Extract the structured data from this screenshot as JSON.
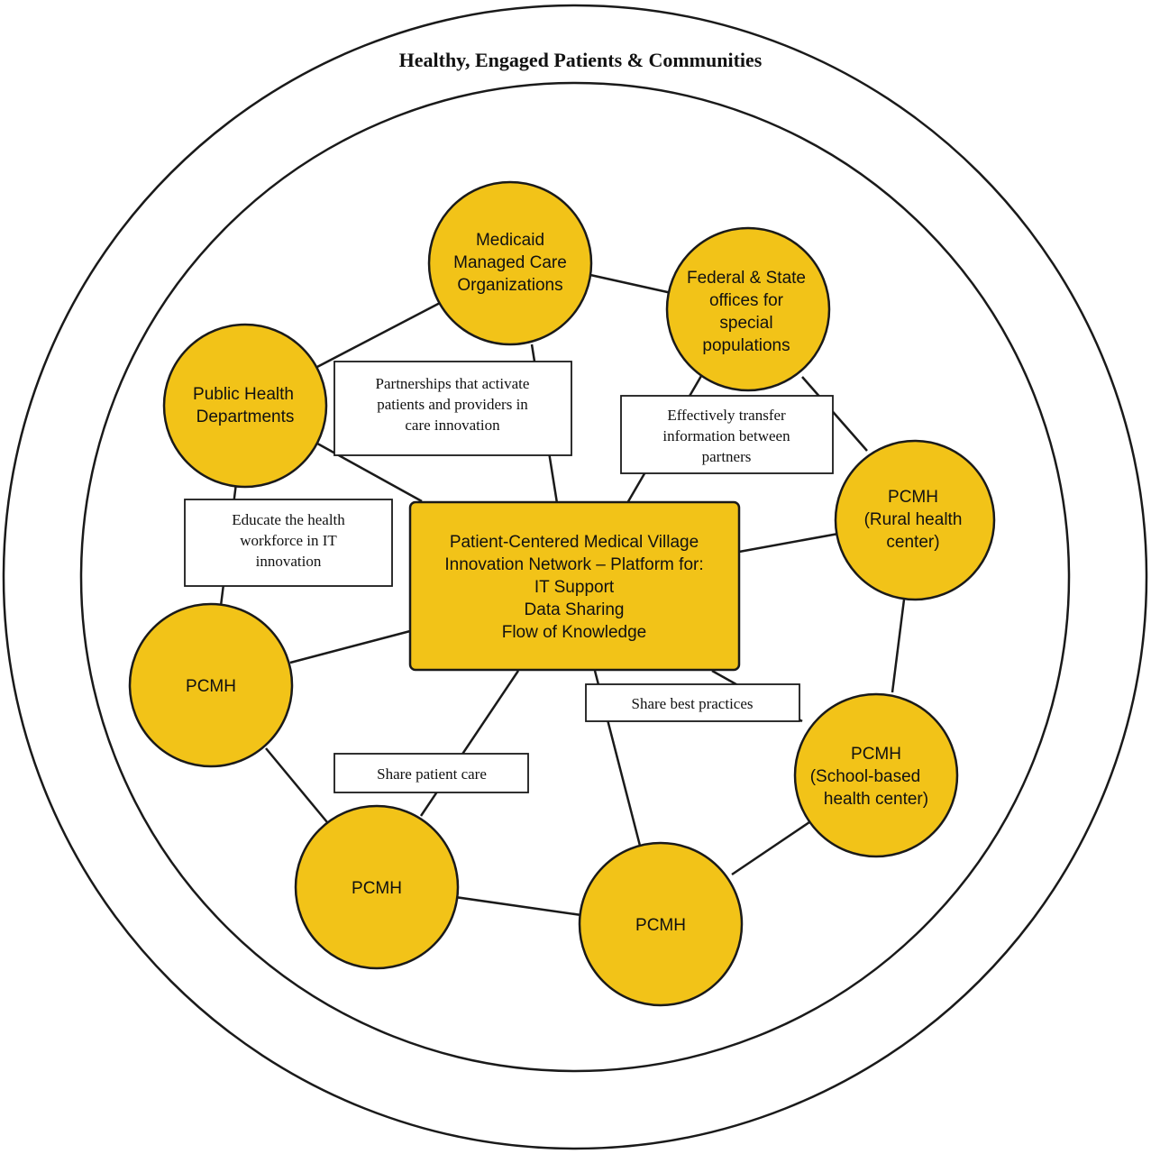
{
  "title": "Healthy, Engaged Patients & Communities",
  "colors": {
    "node_fill": "#F2C318",
    "stroke": "#1a1a1a",
    "background": "#ffffff"
  },
  "center": {
    "lines": [
      "Patient-Centered Medical Village",
      "Innovation Network – Platform for:",
      "IT Support",
      "Data Sharing",
      "Flow of Knowledge"
    ]
  },
  "nodes": {
    "medicaid": {
      "lines": [
        "Medicaid",
        "Managed Care",
        "Organizations"
      ]
    },
    "federal": {
      "lines": [
        "Federal & State",
        "offices for",
        "special",
        "populations"
      ]
    },
    "public_health": {
      "lines": [
        "Public Health",
        "Departments"
      ]
    },
    "rural": {
      "lines": [
        "PCMH",
        "(Rural health",
        "center)"
      ]
    },
    "pcmh_left": {
      "lines": [
        "PCMH"
      ]
    },
    "school": {
      "lines": [
        "PCMH",
        "(School-based",
        "health center)"
      ]
    },
    "pcmh_bottom_left": {
      "lines": [
        "PCMH"
      ]
    },
    "pcmh_bottom_right": {
      "lines": [
        "PCMH"
      ]
    }
  },
  "labels": {
    "partnerships": {
      "lines": [
        "Partnerships that activate",
        "patients and providers in",
        "care innovation"
      ]
    },
    "transfer": {
      "lines": [
        "Effectively transfer",
        "information between",
        "partners"
      ]
    },
    "educate": {
      "lines": [
        "Educate the health",
        "workforce in IT",
        "innovation"
      ]
    },
    "best_practices": {
      "lines": [
        "Share best practices"
      ]
    },
    "patient_care": {
      "lines": [
        "Share patient care"
      ]
    }
  }
}
